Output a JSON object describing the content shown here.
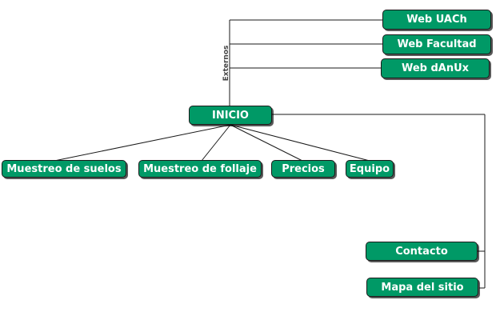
{
  "nodes": {
    "inicio": "INICIO",
    "web_uach": "Web UACh",
    "web_facultad": "Web Facultad",
    "web_danux": "Web dAnUx",
    "muestreo_suelos": "Muestreo de suelos",
    "muestreo_follaje": "Muestreo de follaje",
    "precios": "Precios",
    "equipo": "Equipo",
    "contacto": "Contacto",
    "mapa_sitio": "Mapa del sitio"
  },
  "external_label": "Externos",
  "colors": {
    "node_fill": "#009966",
    "node_text": "#ffffff",
    "line": "#1a1a1a"
  }
}
